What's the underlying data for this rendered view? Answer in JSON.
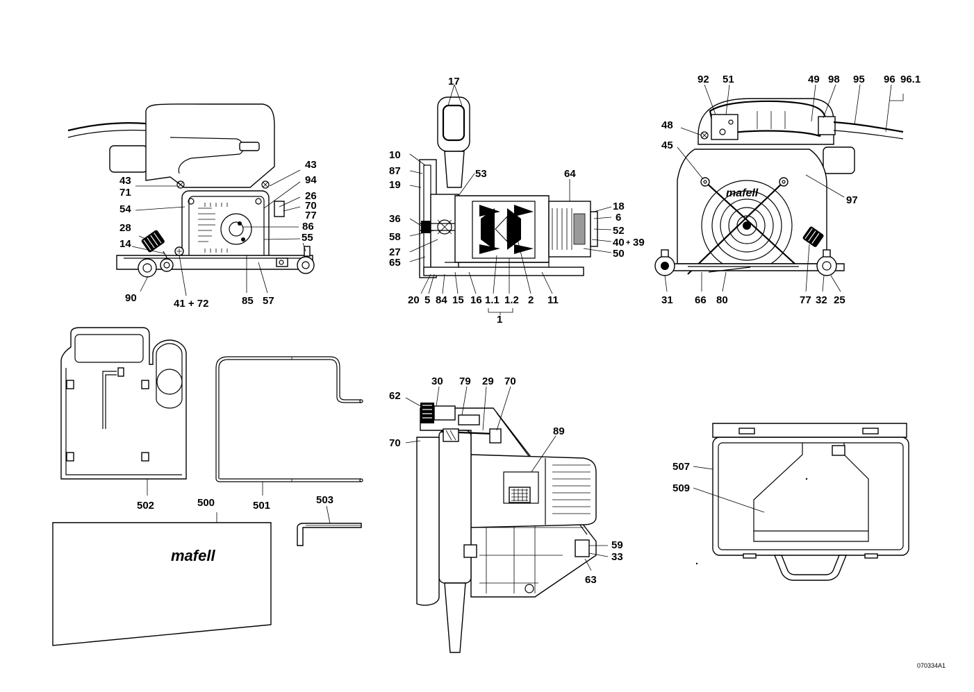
{
  "diagram": {
    "drawing_code": "070334A1",
    "logo": "mafell",
    "views": {
      "front_view": {
        "labels": [
          "43",
          "71",
          "43",
          "94",
          "26",
          "70",
          "77",
          "54",
          "86",
          "28",
          "14",
          "55",
          "90",
          "41 + 72",
          "85",
          "57"
        ]
      },
      "section_view": {
        "labels": [
          "17",
          "10",
          "87",
          "53",
          "19",
          "64",
          "18",
          "6",
          "36",
          "52",
          "40",
          "+",
          "39",
          "58",
          "27",
          "50",
          "65",
          "20",
          "5",
          "84",
          "15",
          "16",
          "1.1",
          "1.2",
          "2",
          "11",
          "1"
        ]
      },
      "rear_view": {
        "labels": [
          "92",
          "51",
          "49",
          "98",
          "95",
          "96",
          "96.1",
          "48",
          "45",
          "97",
          "31",
          "66",
          "80",
          "77",
          "32",
          "25"
        ]
      },
      "side_view": {
        "labels": [
          "30",
          "79",
          "29",
          "70",
          "62",
          "70",
          "89",
          "59",
          "33",
          "63"
        ]
      },
      "accessories": {
        "labels": [
          "502",
          "501",
          "500",
          "503",
          "507",
          "509"
        ]
      }
    }
  }
}
